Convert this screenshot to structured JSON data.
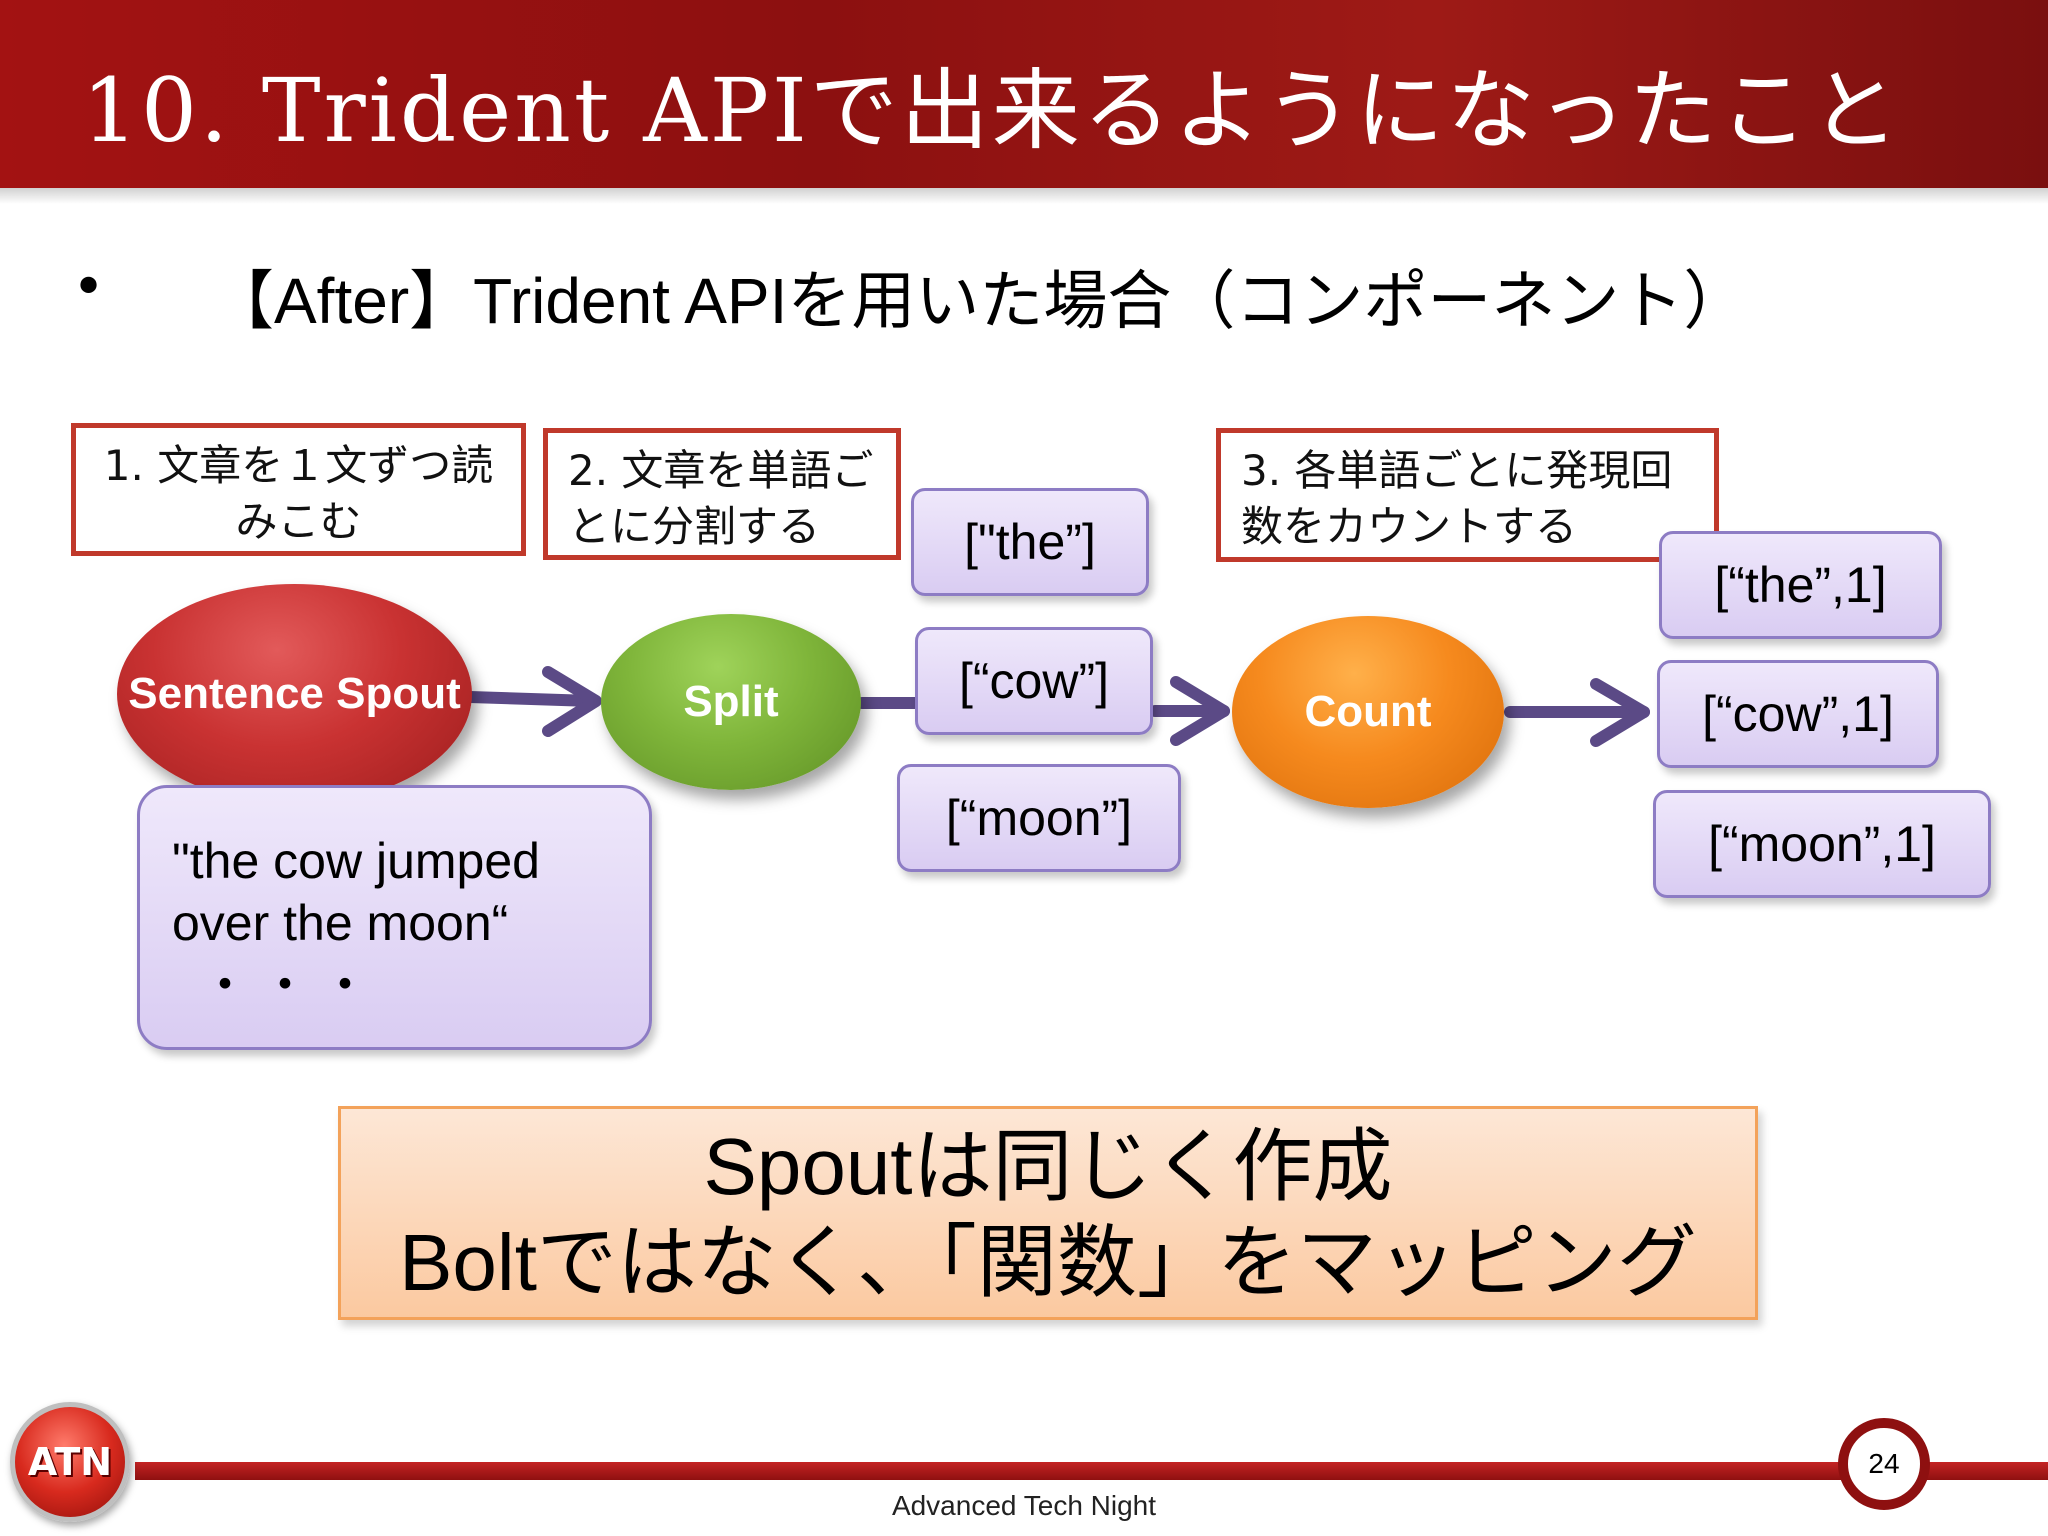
{
  "slide": {
    "title": "10.  Trident APIで出来るようになったこと",
    "bullet": "•",
    "bullet_text": "【After】Trident APIを用いた場合（コンポーネント）",
    "steps": [
      {
        "text": "1. 文章を１文ずつ読みこむ"
      },
      {
        "text": "2. 文章を単語ごとに分割する"
      },
      {
        "text": "3. 各単語ごとに発現回数をカウントする"
      }
    ],
    "nodes": {
      "spout": "Sentence Spout",
      "split": "Split",
      "count": "Count"
    },
    "split_tuples": [
      "[\"the”]",
      "[“cow”]",
      "[“moon”]"
    ],
    "count_tuples": [
      "[“the”,1]",
      "[“cow”,1]",
      "[“moon”,1]"
    ],
    "sentence_box": {
      "line1": "\"the cow jumped",
      "line2": "over the moon“",
      "line3": "・・・"
    },
    "callout": {
      "line1": "Spoutは同じく作成",
      "line2": "Boltではなく、「関数」をマッピング"
    },
    "footer": {
      "logo_text": "ATN",
      "text": "Advanced Tech Night",
      "page_number": "24"
    },
    "colors": {
      "header": "#9e1a16",
      "spout": "#c93232",
      "split": "#7fb53a",
      "count": "#f68a1e",
      "tuple_fill": "#d9ccf2",
      "arrow": "#5b4a86",
      "callout": "#fbc9a0"
    }
  }
}
